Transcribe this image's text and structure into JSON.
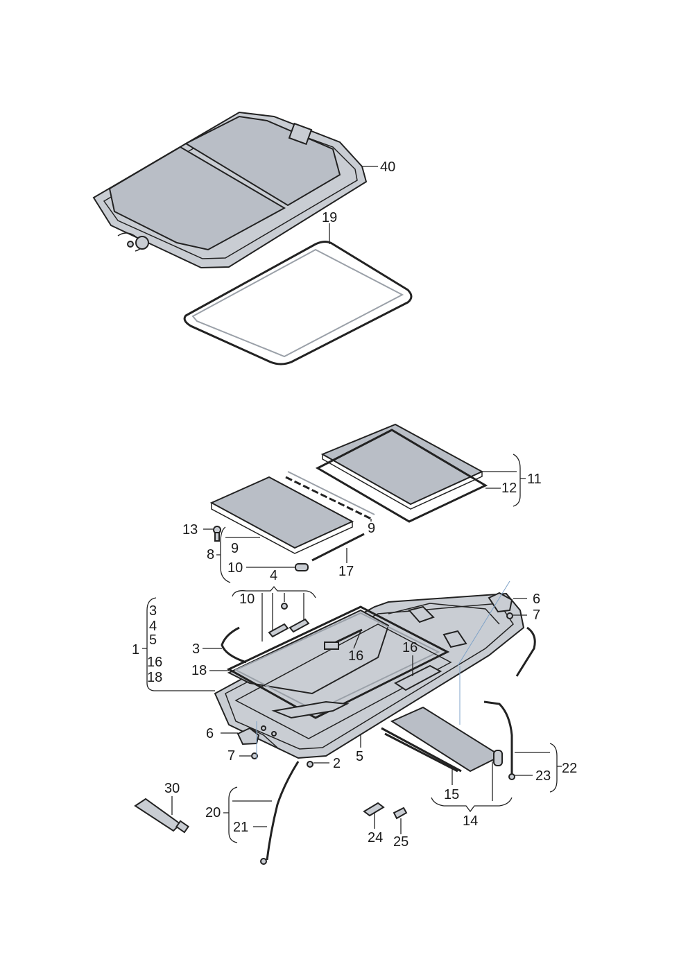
{
  "diagram": {
    "callouts": [
      {
        "id": "c40",
        "text": "40"
      },
      {
        "id": "c19",
        "text": "19"
      },
      {
        "id": "c11",
        "text": "11"
      },
      {
        "id": "c12",
        "text": "12"
      },
      {
        "id": "c13",
        "text": "13"
      },
      {
        "id": "c8",
        "text": "8"
      },
      {
        "id": "c9a",
        "text": "9"
      },
      {
        "id": "c9b",
        "text": "9"
      },
      {
        "id": "c10a",
        "text": "10"
      },
      {
        "id": "c17",
        "text": "17"
      },
      {
        "id": "c4a",
        "text": "4"
      },
      {
        "id": "c10b",
        "text": "10"
      },
      {
        "id": "c6a",
        "text": "6"
      },
      {
        "id": "c7a",
        "text": "7"
      },
      {
        "id": "c3a",
        "text": "3"
      },
      {
        "id": "c4b",
        "text": "4"
      },
      {
        "id": "c5a",
        "text": "5"
      },
      {
        "id": "c1",
        "text": "1"
      },
      {
        "id": "c16a",
        "text": "16"
      },
      {
        "id": "c18a",
        "text": "18"
      },
      {
        "id": "c3b",
        "text": "3"
      },
      {
        "id": "c16b",
        "text": "16"
      },
      {
        "id": "c16c",
        "text": "16"
      },
      {
        "id": "c18b",
        "text": "18"
      },
      {
        "id": "c6b",
        "text": "6"
      },
      {
        "id": "c7b",
        "text": "7"
      },
      {
        "id": "c2",
        "text": "2"
      },
      {
        "id": "c5b",
        "text": "5"
      },
      {
        "id": "c22",
        "text": "22"
      },
      {
        "id": "c23",
        "text": "23"
      },
      {
        "id": "c15",
        "text": "15"
      },
      {
        "id": "c14",
        "text": "14"
      },
      {
        "id": "c30",
        "text": "30"
      },
      {
        "id": "c20",
        "text": "20"
      },
      {
        "id": "c21",
        "text": "21"
      },
      {
        "id": "c24",
        "text": "24"
      },
      {
        "id": "c25",
        "text": "25"
      }
    ]
  }
}
